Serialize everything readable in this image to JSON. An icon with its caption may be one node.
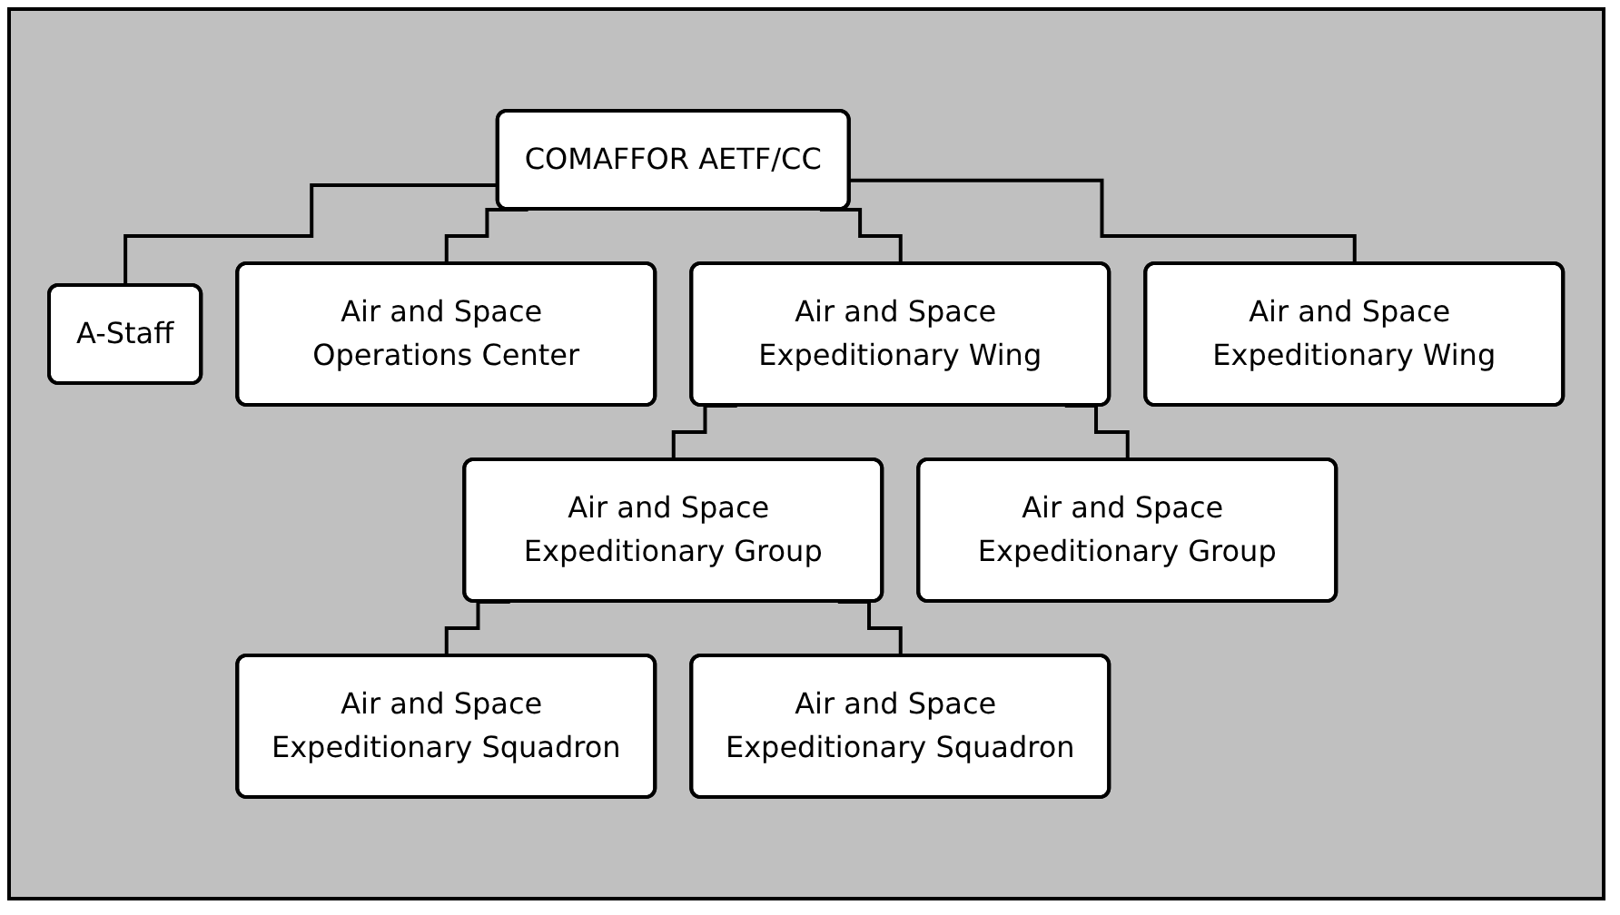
{
  "diagram": {
    "nodes": [
      {
        "text": [
          "COMAFFOR AETF/CC"
        ]
      },
      {
        "text": [
          "A-Staff"
        ]
      },
      {
        "text": [
          "Air and Space Operations Center"
        ]
      },
      {
        "text": [
          "Air and Space Expeditionary Wing"
        ]
      },
      {
        "text": [
          "Air and Space Expeditionary Wing"
        ]
      },
      {
        "text": [
          "Air and Space Expeditionary Group"
        ]
      },
      {
        "text": [
          "Air and Space Expeditionary Group"
        ]
      },
      {
        "text": [
          "Air and Space Expeditionary Squadron"
        ]
      },
      {
        "text": [
          "Air and Space Expeditionary Squadron"
        ]
      }
    ],
    "edges": [
      {
        "from": 0,
        "to": 1,
        "arrow": "none"
      },
      {
        "from": 0,
        "to": 2,
        "arrow": "none"
      },
      {
        "from": 0,
        "to": 3,
        "arrow": "none"
      },
      {
        "from": 0,
        "to": 4,
        "arrow": "none"
      },
      {
        "from": 3,
        "to": 5,
        "arrow": "none"
      },
      {
        "from": 3,
        "to": 6,
        "arrow": "none"
      },
      {
        "from": 5,
        "to": 7,
        "arrow": "none"
      },
      {
        "from": 5,
        "to": 8,
        "arrow": "none"
      }
    ]
  }
}
